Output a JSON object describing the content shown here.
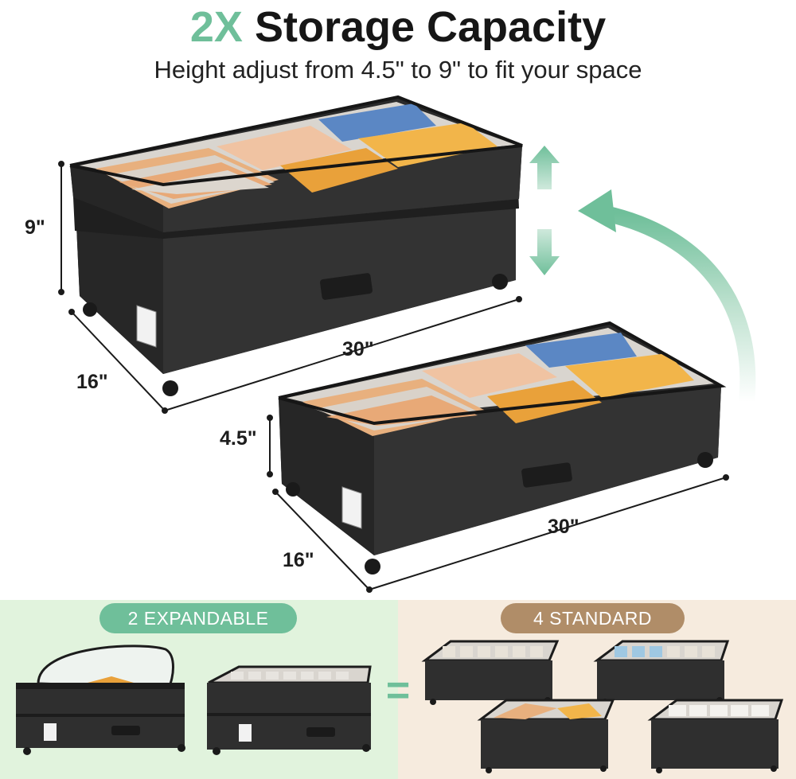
{
  "header": {
    "accent": "2X",
    "title": "Storage Capacity",
    "subtitle": "Height adjust from 4.5\" to 9\" to fit your space"
  },
  "upper_box": {
    "height_label": "9\"",
    "depth_label": "16\"",
    "length_label": "30\""
  },
  "lower_box": {
    "height_label": "4.5\"",
    "depth_label": "16\"",
    "length_label": "30\""
  },
  "comparison": {
    "left_label": "2 EXPANDABLE",
    "right_label": "4 STANDARD",
    "equals_sign": "="
  },
  "colors": {
    "accent_green": "#6fbf9a",
    "tan": "#b08d68",
    "left_panel_bg": "#e1f3dd",
    "right_panel_bg": "#f6ebde",
    "box_fabric": "#2b2b2b"
  },
  "icons": [
    "up-arrow-icon",
    "down-arrow-icon",
    "curved-arrow-icon",
    "caster-wheel-icon",
    "handle-icon"
  ]
}
